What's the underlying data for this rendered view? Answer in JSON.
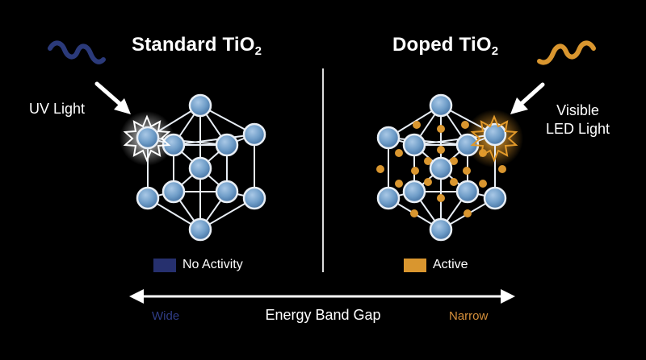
{
  "panels": {
    "left": {
      "title": "Standard TiO",
      "subscript": "2",
      "light_label": "UV Light",
      "legend_label": "No Activity"
    },
    "right": {
      "title": "Doped TiO",
      "subscript": "2",
      "light_label_line1": "Visible",
      "light_label_line2": "LED Light",
      "legend_label": "Active"
    }
  },
  "axis": {
    "label": "Energy Band Gap",
    "left_end": "Wide",
    "right_end": "Narrow"
  },
  "colors": {
    "background": "#000000",
    "uv_wave": "#2b3a7a",
    "led_wave": "#d9962f",
    "atom": "#6f9dc8",
    "dopant": "#d9962f",
    "no_activity": "#26306e",
    "active": "#d9962f",
    "wide_text": "#2f3d86",
    "narrow_text": "#d48f3a"
  },
  "icons": [
    "uv-wave-icon",
    "led-wave-icon",
    "arrow-icon",
    "starburst-icon",
    "double-arrow-icon"
  ]
}
